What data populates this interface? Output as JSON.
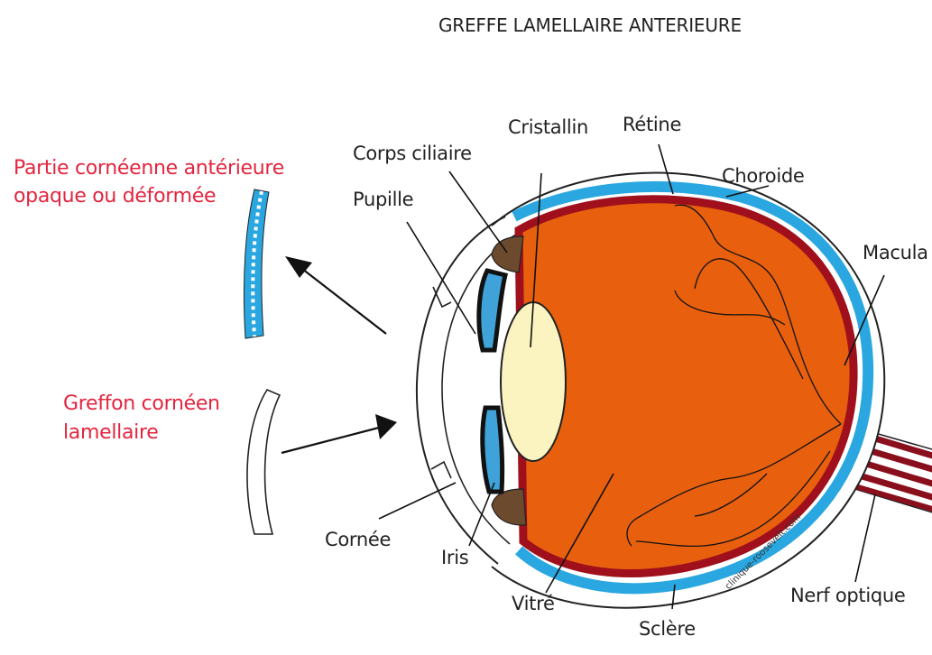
{
  "title": "GREFFE LAMELLAIRE ANTERIEURE",
  "labels": {
    "cristallin": "Cristallin",
    "retine": "Rétine",
    "corps_ciliaire": "Corps ciliaire",
    "choroide": "Choroide",
    "pupille": "Pupille",
    "macula": "Macula",
    "cornee": "Cornée",
    "iris": "Iris",
    "vitre": "Vitré",
    "sclere": "Sclère",
    "nerf_optique": "Nerf optique"
  },
  "left_labels": {
    "partie_line1": "Partie cornéenne antérieure",
    "partie_line2": "opaque ou déformée",
    "greffon_line1": "Greffon cornéen",
    "greffon_line2": "lamellaire"
  },
  "watermark": "clinique-roosevelt.com",
  "colors": {
    "vitreous": "#e8600e",
    "retina": "#a0101c",
    "choroid": "#2aa7e0",
    "lens": "#fbf3c0",
    "ciliary": "#6b4a2e",
    "iris_blue": "#3fa3d9",
    "accent_red": "#e3253f",
    "nerve_red": "#8a0f1d"
  }
}
